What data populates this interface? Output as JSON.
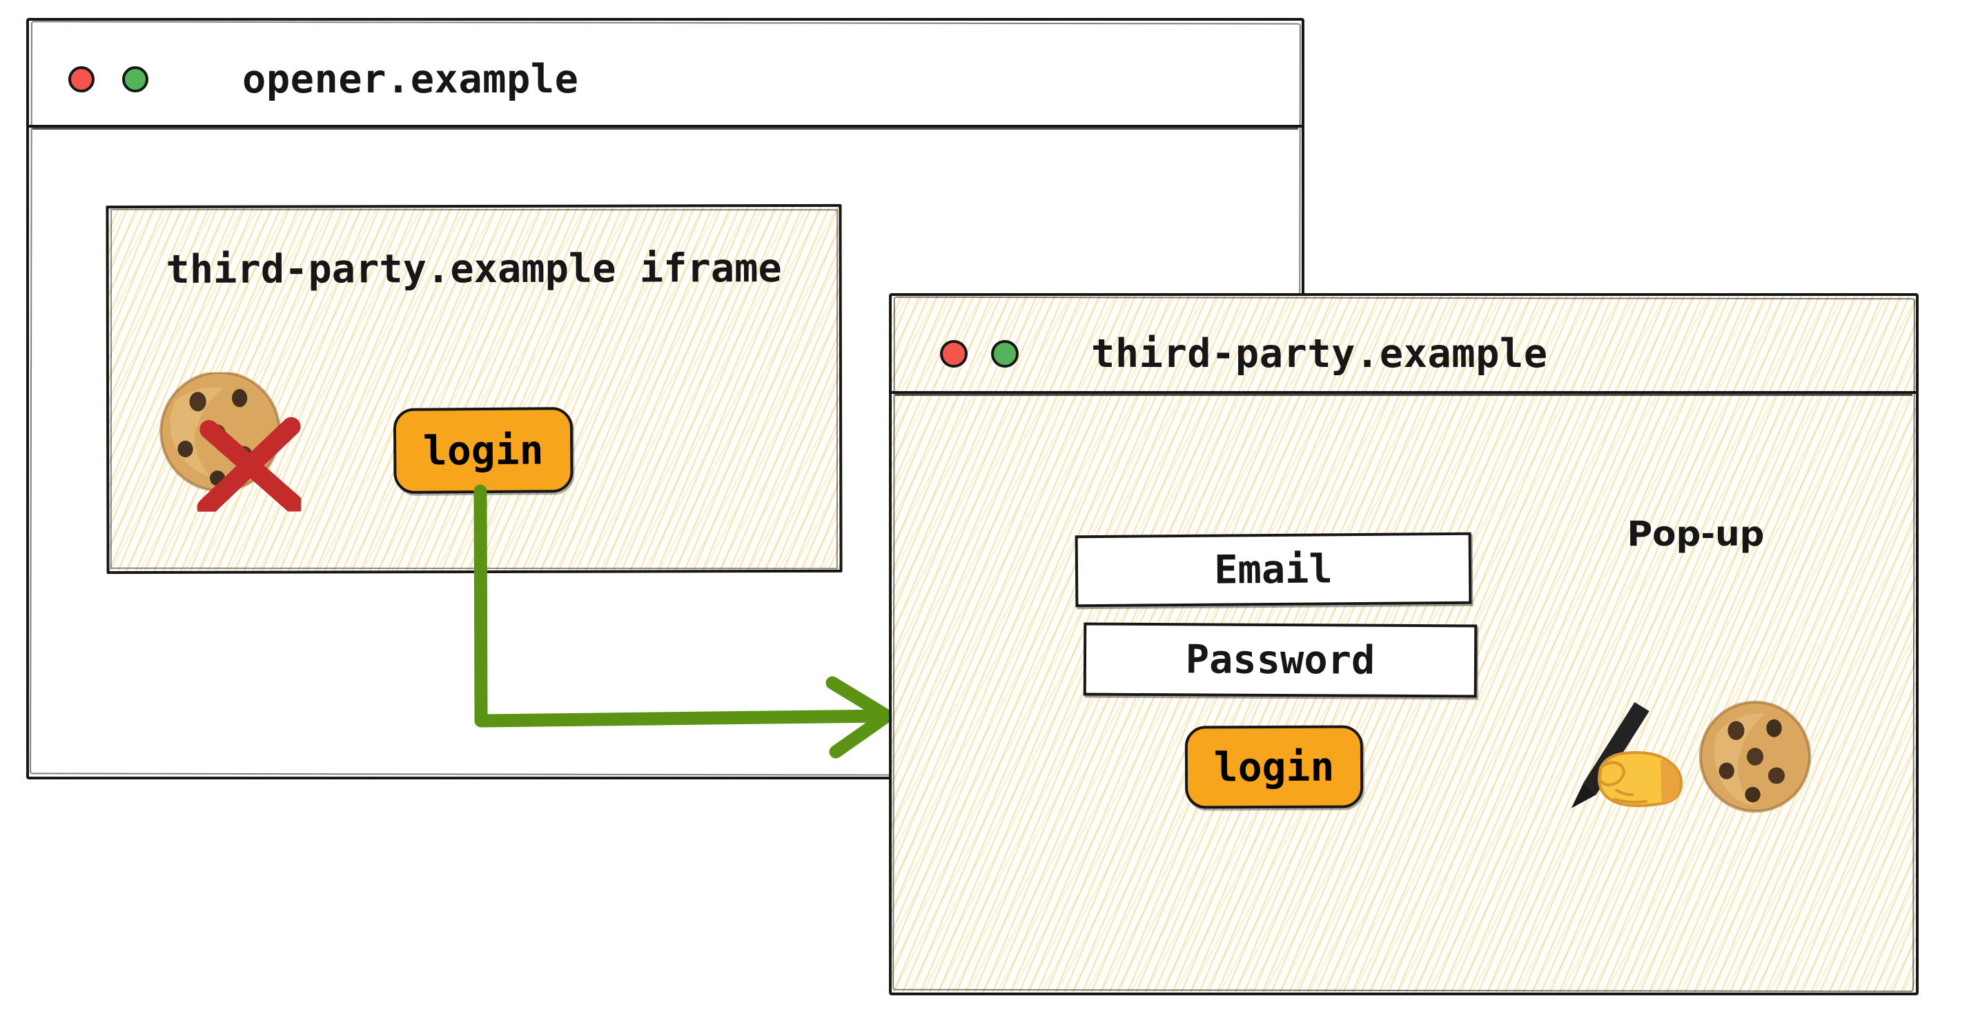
{
  "colors": {
    "background": "#ffffff",
    "border_black": "#161616",
    "hatch_gold": "#f2d080",
    "button_orange": "#f6a51c",
    "traffic_red": "#f4564e",
    "traffic_green": "#54b45b",
    "arrow_green": "#5b9414",
    "cross_red": "#c42b2b"
  },
  "opener_window": {
    "title": "opener.example",
    "traffic_lights": [
      "red-dot",
      "green-dot"
    ],
    "iframe": {
      "label": "third-party.example iframe",
      "blocked_cookie_icon": "cookie-with-red-cross",
      "login_button": "login"
    }
  },
  "popup_window": {
    "title": "third-party.example",
    "traffic_lights": [
      "red-dot",
      "green-dot"
    ],
    "annotation": "Pop-up",
    "email_field": "Email",
    "password_field": "Password",
    "login_button": "login",
    "icons": [
      "writing-hand",
      "cookie"
    ]
  },
  "arrow": {
    "color": "#5b9414",
    "from": "iframe login button",
    "to": "popup window"
  }
}
